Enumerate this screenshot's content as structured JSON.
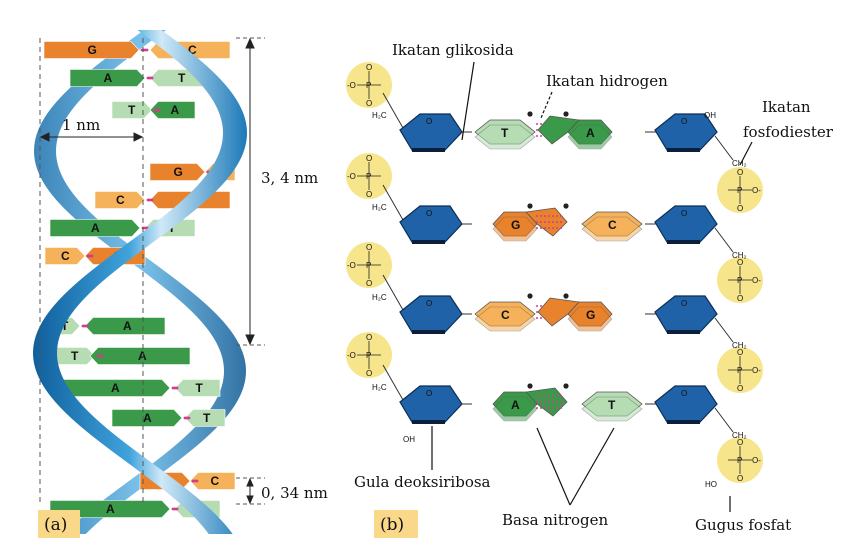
{
  "panel_a": {
    "tag": "(a)",
    "width_label": "1 nm",
    "turn_label": "3, 4 nm",
    "rise_label": "0, 34 nm",
    "pairs": [
      {
        "l": "G",
        "r": "C"
      },
      {
        "l": "A",
        "r": "T"
      },
      {
        "l": "T",
        "r": "A"
      },
      {
        "l": "G",
        "r": "C"
      },
      {
        "l": "C",
        "r": "G"
      },
      {
        "l": "A",
        "r": "T"
      },
      {
        "l": "C",
        "r": "G"
      },
      {
        "l": "T",
        "r": "A"
      },
      {
        "l": "T",
        "r": "A"
      },
      {
        "l": "A",
        "r": "T"
      },
      {
        "l": "A",
        "r": "T"
      },
      {
        "l": "G",
        "r": "C"
      },
      {
        "l": "A",
        "r": "T"
      }
    ]
  },
  "panel_b": {
    "tag": "(b)",
    "label_glikosida": "Ikatan glikosida",
    "label_hidrogen": "Ikatan hidrogen",
    "label_fosfodiester_1": "Ikatan",
    "label_fosfodiester_2": "fosfodiester",
    "label_gula": "Gula deoksiribosa",
    "label_basa": "Basa nitrogen",
    "label_fosfat": "Gugus fosfat",
    "rows": [
      {
        "left": "T",
        "right": "A"
      },
      {
        "left": "G",
        "right": "C"
      },
      {
        "left": "C",
        "right": "G"
      },
      {
        "left": "A",
        "right": "T"
      }
    ],
    "atoms": {
      "O": "O",
      "P": "P",
      "OH": "OH",
      "HO": "HO",
      "H2C": "H₂C",
      "CH2": "CH₂",
      "Ominus": "O⁻",
      "P_left": "-O",
      "P_right": "O-"
    }
  },
  "colors": {
    "G": "#e8822c",
    "C": "#f6b25a",
    "A": "#3b9a4a",
    "T": "#b5dcb3",
    "sugar": "#1f62a8",
    "phosphate": "#f7e58c",
    "helix": "#1f7fc0",
    "tag_bg": "#f9d889"
  }
}
